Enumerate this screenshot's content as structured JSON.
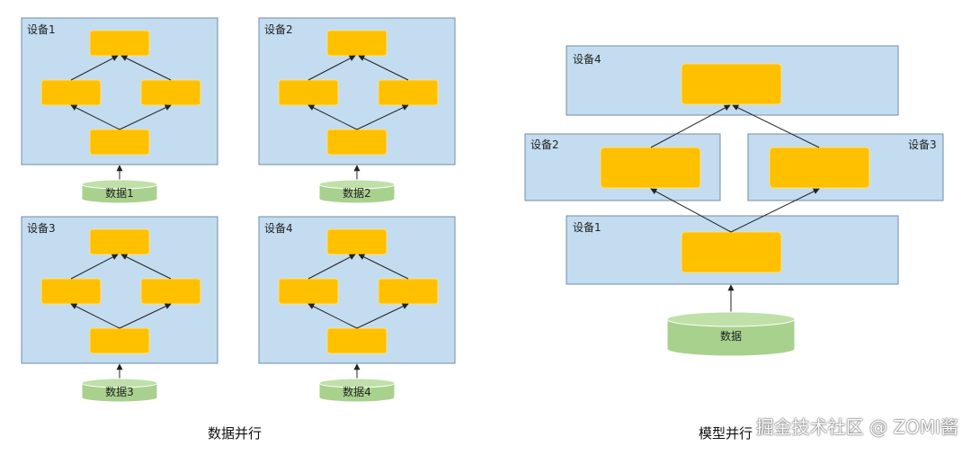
{
  "data_parallel": {
    "caption": "数据并行",
    "panels": [
      {
        "device_label": "设备1",
        "data_label": "数据1"
      },
      {
        "device_label": "设备2",
        "data_label": "数据2"
      },
      {
        "device_label": "设备3",
        "data_label": "数据3"
      },
      {
        "device_label": "设备4",
        "data_label": "数据4"
      }
    ]
  },
  "model_parallel": {
    "caption": "模型并行",
    "device_top_label": "设备4",
    "device_left_label": "设备2",
    "device_right_label": "设备3",
    "device_bottom_label": "设备1",
    "data_label": "数据"
  },
  "watermark": "掘金技术社区 @ ZOMI酱",
  "colors": {
    "device_fill": "#c3dcef",
    "node_fill": "#ffc000",
    "data_fill": "#a8d18d"
  }
}
